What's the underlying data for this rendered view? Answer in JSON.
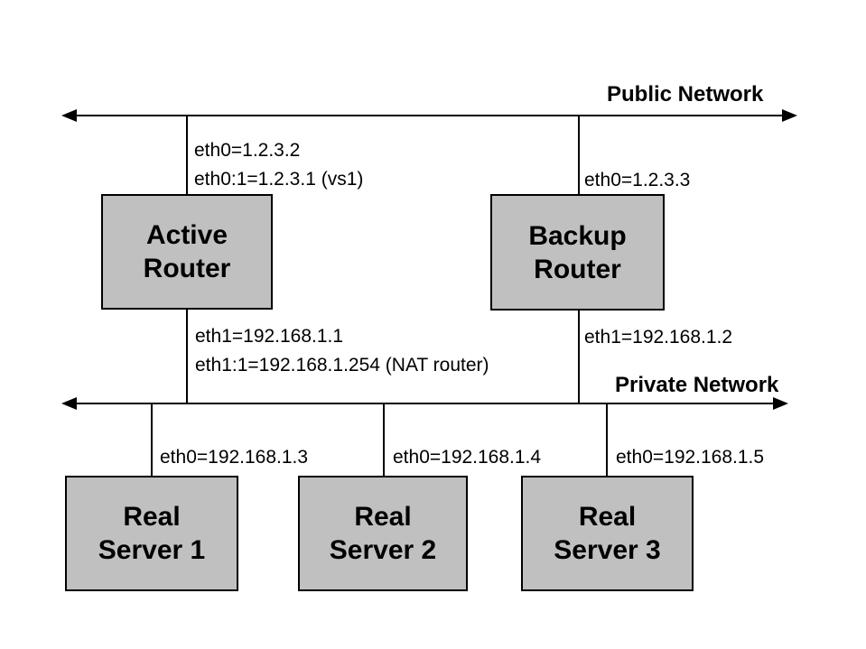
{
  "colors": {
    "background": "#ffffff",
    "box_fill": "#c0c0c0",
    "box_border": "#000000",
    "line": "#000000",
    "text": "#000000"
  },
  "public_network": {
    "label": "Public Network"
  },
  "private_network": {
    "label": "Private Network"
  },
  "nodes": {
    "active_router": {
      "label_line1": "Active",
      "label_line2": "Router",
      "eth0": "eth0=1.2.3.2",
      "eth0_alias": "eth0:1=1.2.3.1 (vs1)",
      "eth1": "eth1=192.168.1.1",
      "eth1_alias": "eth1:1=192.168.1.254 (NAT router)"
    },
    "backup_router": {
      "label_line1": "Backup",
      "label_line2": "Router",
      "eth0": "eth0=1.2.3.3",
      "eth1": "eth1=192.168.1.2"
    },
    "real_server_1": {
      "label_line1": "Real",
      "label_line2": "Server 1",
      "eth0": "eth0=192.168.1.3"
    },
    "real_server_2": {
      "label_line1": "Real",
      "label_line2": "Server 2",
      "eth0": "eth0=192.168.1.4"
    },
    "real_server_3": {
      "label_line1": "Real",
      "label_line2": "Server 3",
      "eth0": "eth0=192.168.1.5"
    }
  }
}
